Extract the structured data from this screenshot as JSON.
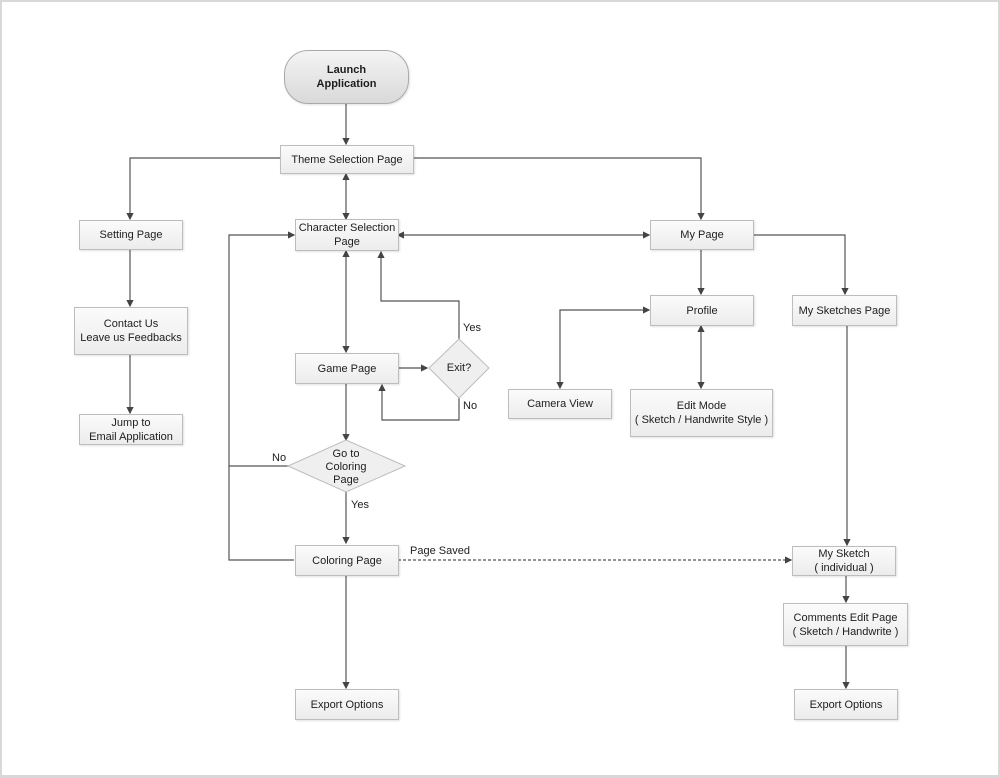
{
  "diagram": {
    "start": "Launch\nApplication",
    "nodes": {
      "theme": "Theme Selection Page",
      "setting": "Setting Page",
      "contact": "Contact Us\nLeave us Feedbacks",
      "email": "Jump to\nEmail Application",
      "character": "Character Selection\nPage",
      "game": "Game Page",
      "coloring": "Coloring Page",
      "export_left": "Export Options",
      "mypage": "My Page",
      "profile": "Profile",
      "camera": "Camera View",
      "editmode": "Edit Mode\n( Sketch / Handwrite Style )",
      "sketches": "My Sketches Page",
      "mysketch": "My Sketch\n( individual )",
      "comments": "Comments Edit Page\n( Sketch / Handwrite )",
      "export_right": "Export Options"
    },
    "decisions": {
      "exit": "Exit?",
      "goto_coloring": "Go to\nColoring\nPage"
    },
    "edge_labels": {
      "exit_yes": "Yes",
      "exit_no": "No",
      "coloring_no": "No",
      "coloring_yes": "Yes",
      "page_saved": "Page Saved"
    }
  }
}
